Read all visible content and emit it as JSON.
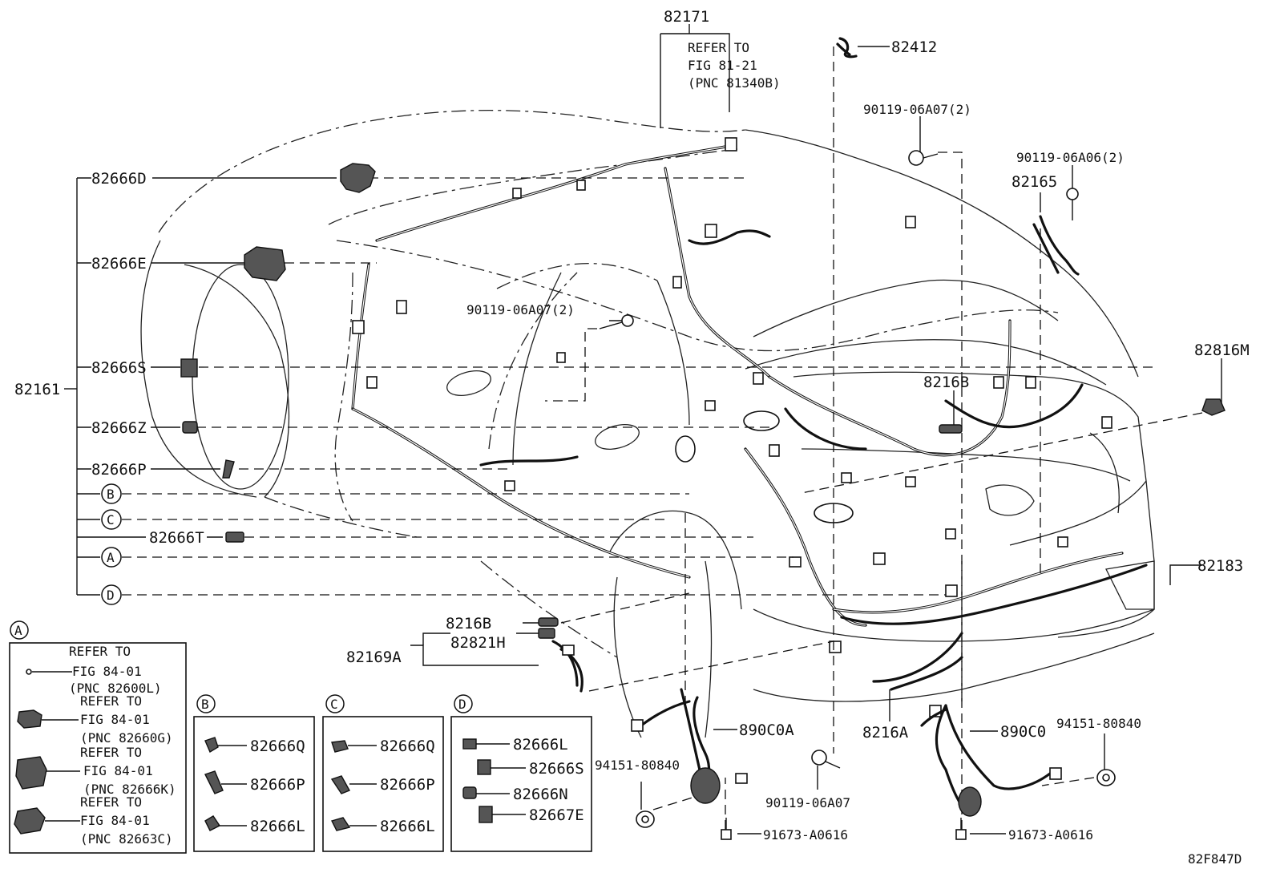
{
  "labels": {
    "p82171": "82171",
    "refer_top_1": "REFER TO",
    "refer_top_2": "FIG 81-21",
    "refer_top_3": "(PNC 81340B)",
    "p82412": "82412",
    "b1": "90119-06A07(2)",
    "b2": "90119-06A06(2)",
    "p82165": "82165",
    "b3": "90119-06A07(2)",
    "p82816M": "82816M",
    "p8216B_top": "8216B",
    "p82183": "82183",
    "p82161": "82161",
    "p82666D": "82666D",
    "p82666E": "82666E",
    "p82666S": "82666S",
    "p82666Z": "82666Z",
    "p82666P": "82666P",
    "p82666T": "82666T",
    "p8216B_bot": "8216B",
    "p82821H": "82821H",
    "p82169A": "82169A",
    "p890C0A": "890C0A",
    "p8216A": "8216A",
    "p890C0": "890C0",
    "n1": "94151-80840",
    "n2": "94151-80840",
    "b4": "90119-06A07",
    "s1": "91673-A0616",
    "s2": "91673-A0616",
    "ref_code": "82F847D"
  },
  "markers": {
    "A": "A",
    "B": "B",
    "C": "C",
    "D": "D"
  },
  "detailA": {
    "marker": "A",
    "refs": [
      {
        "l1": "REFER TO",
        "l2": "FIG 84-01",
        "l3": "(PNC 82600L)"
      },
      {
        "l1": "REFER TO",
        "l2": "FIG 84-01",
        "l3": "(PNC 82660G)"
      },
      {
        "l1": "REFER TO",
        "l2": "FIG 84-01",
        "l3": "(PNC 82666K)"
      },
      {
        "l1": "REFER TO",
        "l2": "FIG 84-01",
        "l3": "(PNC 82663C)"
      }
    ]
  },
  "detailB": {
    "marker": "B",
    "parts": [
      "82666Q",
      "82666P",
      "82666L"
    ]
  },
  "detailC": {
    "marker": "C",
    "parts": [
      "82666Q",
      "82666P",
      "82666L"
    ]
  },
  "detailD": {
    "marker": "D",
    "parts": [
      "82666L",
      "82666S",
      "82666N",
      "82667E"
    ]
  }
}
